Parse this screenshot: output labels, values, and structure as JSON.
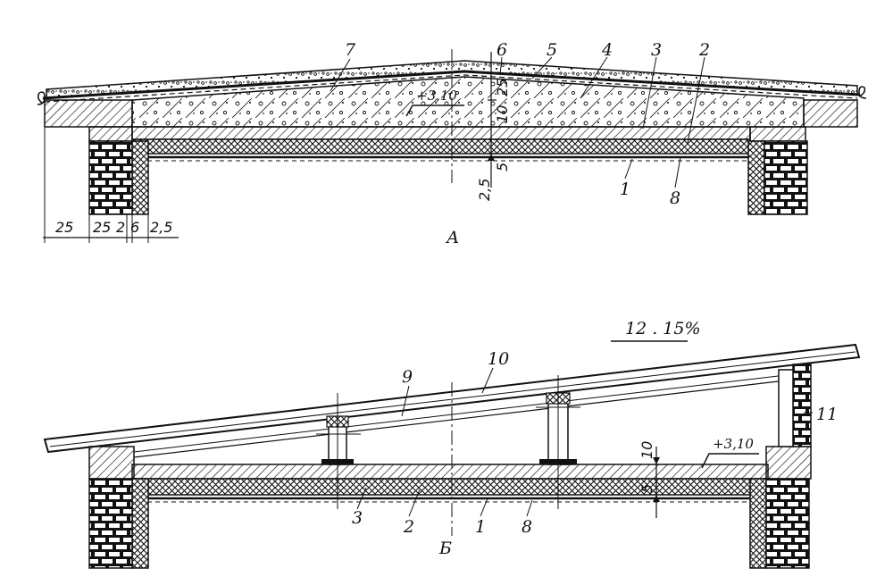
{
  "section_a": {
    "caption": "А",
    "elevation": "+3,10",
    "callouts": [
      "7",
      "6",
      "5",
      "4",
      "3",
      "2",
      "1",
      "8"
    ],
    "vertical_dims": [
      "25",
      "10",
      "2,5",
      "5"
    ],
    "horizontal_dims": [
      "25",
      "25",
      "2",
      "6",
      "2,5"
    ]
  },
  "section_b": {
    "caption": "Б",
    "slope": "12 . 15%",
    "elevation": "+3,10",
    "callouts": [
      "9",
      "10",
      "11",
      "3",
      "2",
      "1",
      "8"
    ],
    "vertical_dims": [
      "10",
      "5"
    ]
  }
}
